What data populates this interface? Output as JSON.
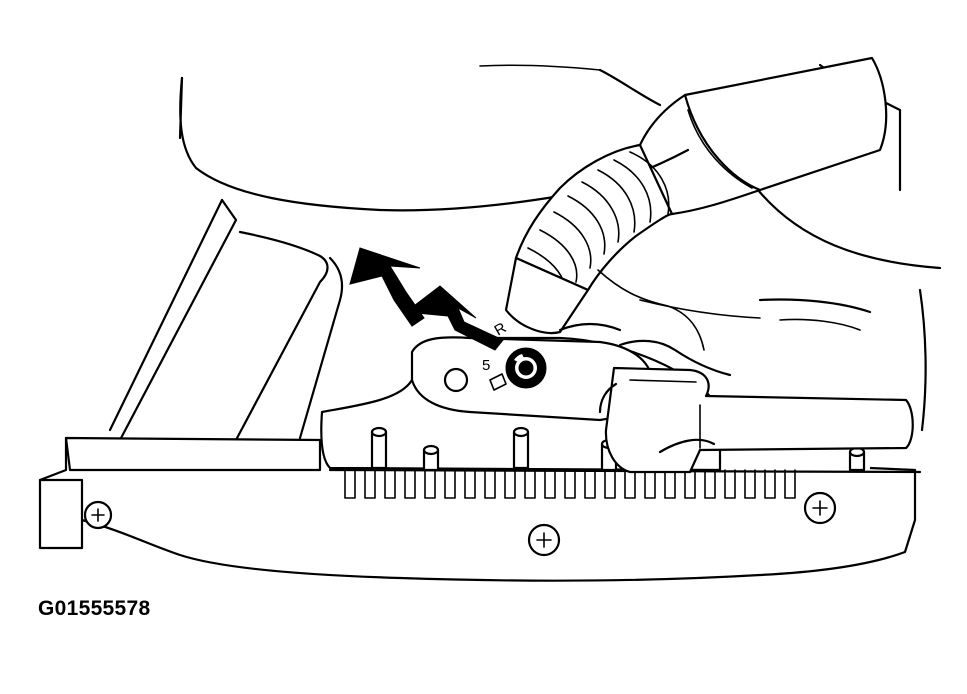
{
  "figure": {
    "id_label": "G01555578"
  },
  "callouts": {
    "pointer_arrow": "arrow-pointing-to-nut"
  },
  "part_markings": {
    "mark_5": "5",
    "mark_r": "R"
  },
  "colors": {
    "ink": "#000000",
    "paper": "#ffffff"
  }
}
